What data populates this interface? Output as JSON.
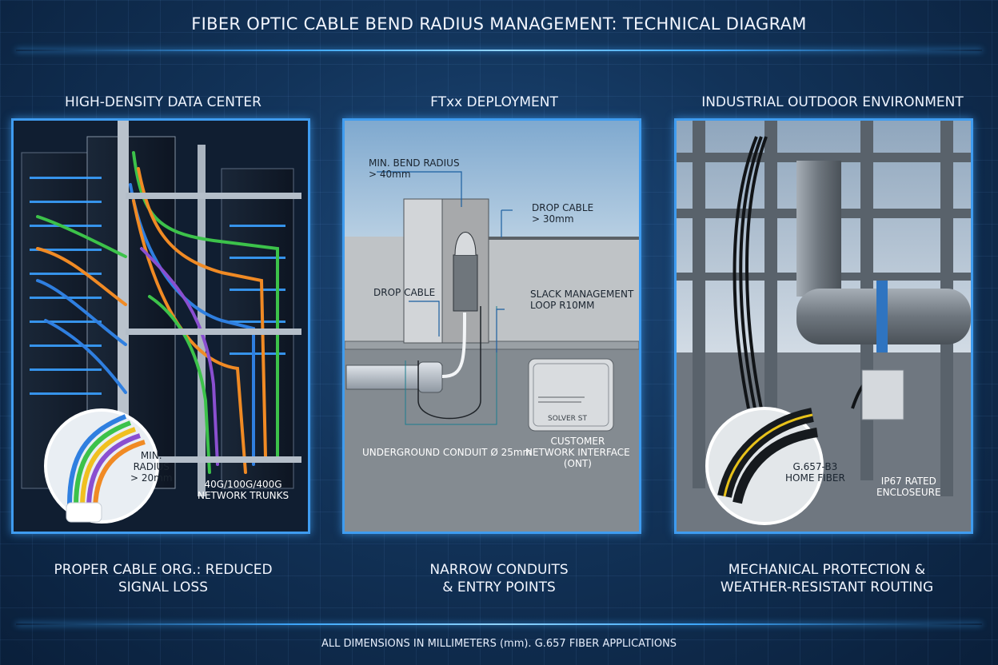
{
  "title": "FIBER OPTIC CABLE BEND RADIUS MANAGEMENT: TECHNICAL DIAGRAM",
  "panels": [
    {
      "heading": "HIGH-DENSITY DATA CENTER",
      "callouts": {
        "radius_line1": "MIN.",
        "radius_line2": "RADIUS",
        "radius_line3": "> 20mm",
        "trunks_line1": "40G/100G/400G",
        "trunks_line2": "NETWORK TRUNKS"
      },
      "caption_line1": "PROPER CABLE ORG.: REDUCED",
      "caption_line2": "SIGNAL LOSS"
    },
    {
      "heading": "FTxx DEPLOYMENT",
      "callouts": {
        "bend_line1": "MIN. BEND RADIUS",
        "bend_line2": "> 40mm",
        "drop1_line1": "DROP CABLE",
        "drop1_line2": "> 30mm",
        "drop2": "DROP CABLE",
        "slack_line1": "SLACK MANAGEMENT",
        "slack_line2": "LOOP R10MM",
        "conduit": "UNDERGROUND CONDUIT Ø 25mm",
        "ont_line1": "CUSTOMER",
        "ont_line2": "NETWORK INTERFACE",
        "ont_line3": "(ONT)",
        "box_text": "SOLVER ST"
      },
      "caption_line1": "NARROW CONDUITS",
      "caption_line2": "& ENTRY POINTS"
    },
    {
      "heading": "INDUSTRIAL OUTDOOR ENVIRONMENT",
      "callouts": {
        "fiber_line1": "G.657-B3",
        "fiber_line2": "HOME FIBER",
        "enc_line1": "IP67 RATED",
        "enc_line2": "ENCLOSEURE"
      },
      "caption_line1": "MECHANICAL PROTECTION &",
      "caption_line2": "WEATHER-RESISTANT ROUTING"
    }
  ],
  "footnote": "ALL DIMENSIONS IN MILLIMETERS (mm). G.657 FIBER APPLICATIONS",
  "colors": {
    "accent": "#3f9cf0",
    "background": "#123359",
    "cable_green": "#3cc24a",
    "cable_orange": "#f08a24",
    "cable_blue": "#2f7fe0",
    "cable_purple": "#8a4fd0",
    "sky": "#a9c6de",
    "pipe": "#7c8590"
  }
}
